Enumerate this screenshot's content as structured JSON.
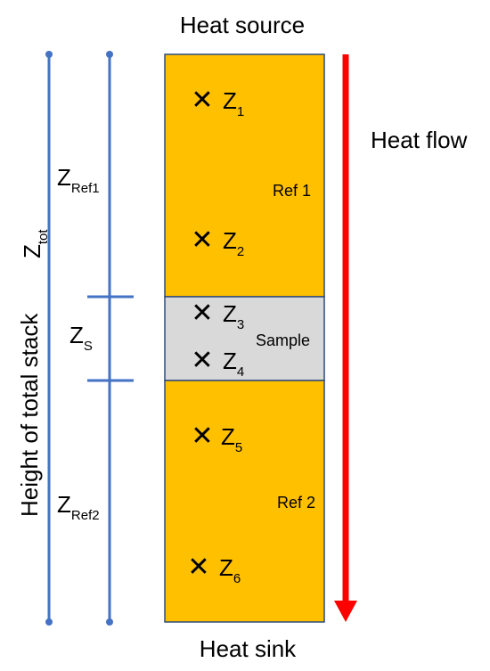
{
  "diagram": {
    "source_label": "Heat source",
    "sink_label": "Heat sink",
    "flow_label": "Heat flow",
    "total_height_label": "Height of total stack",
    "z_tot": {
      "main": "Z",
      "sub": "tot"
    },
    "z_ref1": {
      "main": "Z",
      "sub": "Ref1"
    },
    "z_s": {
      "main": "Z",
      "sub": "S"
    },
    "z_ref2": {
      "main": "Z",
      "sub": "Ref2"
    },
    "regions": {
      "ref1_label": "Ref 1",
      "sample_label": "Sample",
      "ref2_label": "Ref 2"
    },
    "markers": [
      {
        "symbol": "✕",
        "main": "Z",
        "sub": "1"
      },
      {
        "symbol": "✕",
        "main": "Z",
        "sub": "2"
      },
      {
        "symbol": "✕",
        "main": "Z",
        "sub": "3"
      },
      {
        "symbol": "✕",
        "main": "Z",
        "sub": "4"
      },
      {
        "symbol": "✕",
        "main": "Z",
        "sub": "5"
      },
      {
        "symbol": "✕",
        "main": "Z",
        "sub": "6"
      }
    ],
    "colors": {
      "reference": "#FFC000",
      "sample": "#D9D9D9",
      "outline": "#2F4B7C",
      "dimension_lines": "#4472C4",
      "arrow": "#FF0000"
    }
  }
}
